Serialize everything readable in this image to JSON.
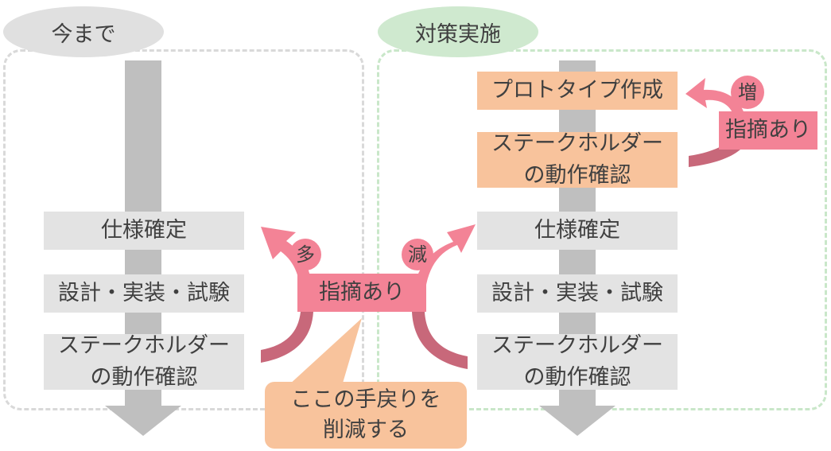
{
  "left": {
    "title": "今まで",
    "steps": [
      "仕様確定",
      "設計・実装・試験",
      "ステークホルダー\nの動作確認"
    ],
    "more_label": "多"
  },
  "right": {
    "title": "対策実施",
    "top_steps": [
      "プロトタイプ作成",
      "ステークホルダー\nの動作確認"
    ],
    "steps": [
      "仕様確定",
      "設計・実装・試験",
      "ステークホルダー\nの動作確認"
    ],
    "less_label": "減",
    "increase_label": "増",
    "feedback_label": "指摘あり"
  },
  "center": {
    "feedback_label": "指摘あり",
    "callout": "ここの手戻りを\n削減する"
  },
  "colors": {
    "grey_box": "#e3e3e3",
    "orange_box": "#f8c39c",
    "pink": "#f38396",
    "dark_pink": "#c8687a",
    "left_frame": "#d9d9d9",
    "right_frame": "#c9e7c9",
    "left_pill": "#e0e0e0",
    "right_pill": "#cfe9cf",
    "flow_arrow": "#bfbfbf"
  }
}
